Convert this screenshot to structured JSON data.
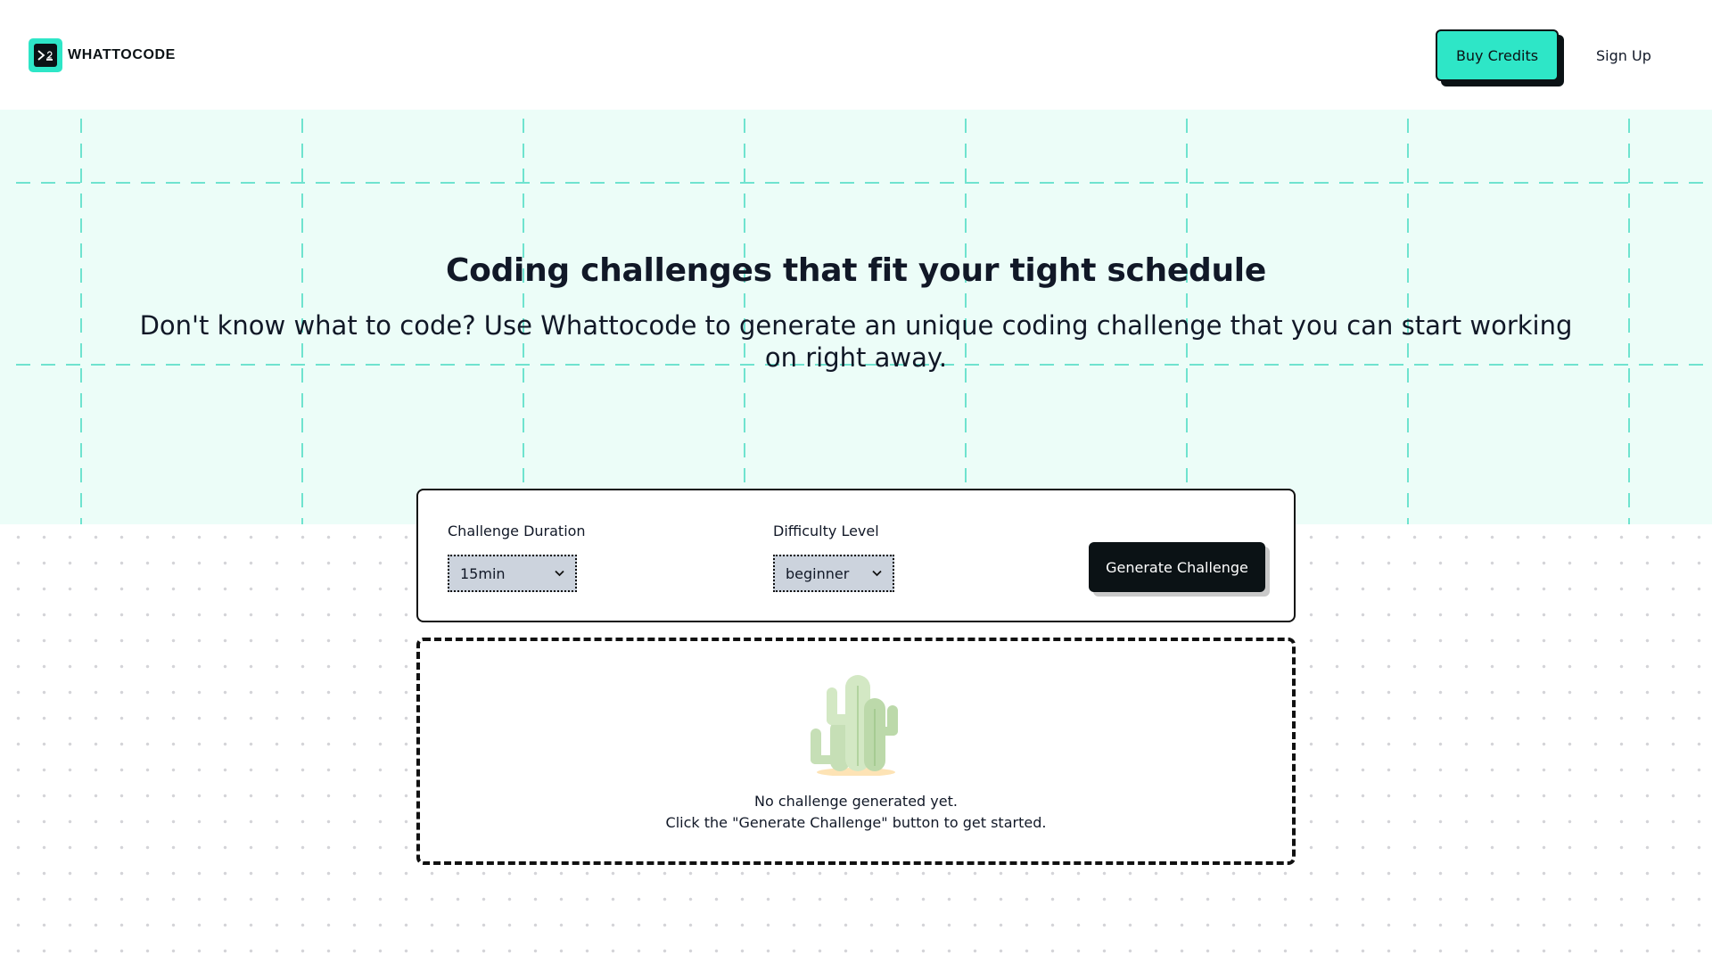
{
  "header": {
    "logo_text": "WHATTOCODE",
    "logo_icon": "terminal-prompt-icon",
    "buy_credits_label": "Buy Credits",
    "sign_up_label": "Sign Up"
  },
  "hero": {
    "title": "Coding challenges that fit your tight schedule",
    "subtitle": "Don't know what to code? Use Whattocode to generate an unique coding challenge that you can start working on right away."
  },
  "form": {
    "duration_label": "Challenge Duration",
    "duration_value": "15min",
    "difficulty_label": "Difficulty Level",
    "difficulty_value": "beginner",
    "generate_label": "Generate Challenge"
  },
  "empty_state": {
    "illustration": "cactus-icon",
    "line1": "No challenge generated yet.",
    "line2": "Click the \"Generate Challenge\" button to get started."
  },
  "colors": {
    "accent": "#2ee6c7",
    "hero_bg": "#ecfdf8",
    "dark": "#0b1215"
  }
}
